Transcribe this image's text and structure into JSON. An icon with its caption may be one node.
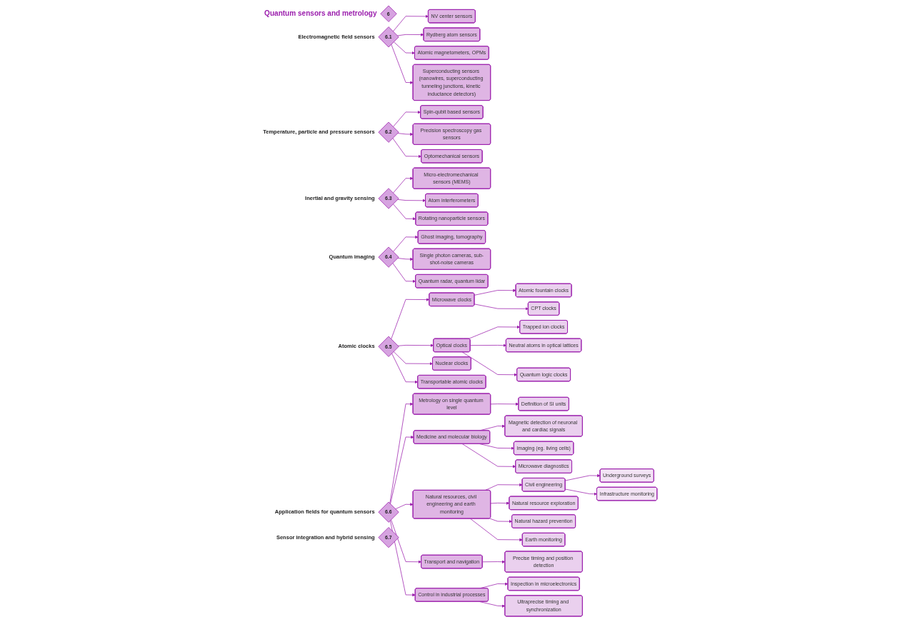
{
  "diagram": {
    "nodes": [
      {
        "text": [
          "6"
        ],
        "beside": [
          "Quantum sensors and metrology"
        ]
      },
      {
        "text": [
          "6.1"
        ],
        "beside": [
          "Electromagnetic field sensors"
        ]
      },
      {
        "text": [
          "NV center sensors"
        ]
      },
      {
        "text": [
          "Rydberg atom sensors"
        ]
      },
      {
        "text": [
          "Atomic magnetometers, OPMs"
        ]
      },
      {
        "text": [
          "Superconducting sensors (nanowires, superconducting tunneling junctions, kinetic inductance detectors)"
        ]
      },
      {
        "text": [
          "6.2"
        ],
        "beside": [
          "Temperature, particle and pressure sensors"
        ]
      },
      {
        "text": [
          "Spin-qubit based sensors"
        ]
      },
      {
        "text": [
          "Precision spectroscopy gas sensors"
        ]
      },
      {
        "text": [
          "Optomechanical sensors"
        ]
      },
      {
        "text": [
          "6.3"
        ],
        "beside": [
          "Inertial and gravity sensing"
        ]
      },
      {
        "text": [
          "Micro-electromechanical sensors (MEMS)"
        ]
      },
      {
        "text": [
          "Atom interferometers"
        ]
      },
      {
        "text": [
          "Rotating nanoparticle sensors"
        ]
      },
      {
        "text": [
          "6.4"
        ],
        "beside": [
          "Quantum imaging"
        ]
      },
      {
        "text": [
          "Ghost imaging, tomography"
        ]
      },
      {
        "text": [
          "Single photon cameras, sub-shot-noise cameras"
        ]
      },
      {
        "text": [
          "Quantum radar, quantum lidar"
        ]
      },
      {
        "text": [
          "6.5"
        ],
        "beside": [
          "Atomic clocks"
        ]
      },
      {
        "text": [
          "Microwave clocks"
        ]
      },
      {
        "text": [
          "Atomic fountain clocks"
        ]
      },
      {
        "text": [
          "CPT clocks"
        ]
      },
      {
        "text": [
          "Optical clocks"
        ]
      },
      {
        "text": [
          "Trapped ion clocks"
        ]
      },
      {
        "text": [
          "Neutral atoms in optical lattices"
        ]
      },
      {
        "text": [
          "Quantum logic clocks"
        ]
      },
      {
        "text": [
          "Nuclear clocks"
        ]
      },
      {
        "text": [
          "Transportable atomic clocks"
        ]
      },
      {
        "text": [
          "6.6"
        ],
        "beside": [
          "Application fields for quantum sensors"
        ]
      },
      {
        "text": [
          "Metrology on single quantum level"
        ]
      },
      {
        "text": [
          "Definition of SI units"
        ]
      },
      {
        "text": [
          "Medicine and molecular biology"
        ]
      },
      {
        "text": [
          "Magnetic detection of neuronal and cardiac signals"
        ]
      },
      {
        "text": [
          "Imaging (eg. living cells)"
        ]
      },
      {
        "text": [
          "Microwave diagnostics"
        ]
      },
      {
        "text": [
          "Natural resources, civil engineering and earth monitoring"
        ]
      },
      {
        "text": [
          "Civil engineering"
        ]
      },
      {
        "text": [
          "Underground surveys"
        ]
      },
      {
        "text": [
          "Infrastructure monitoring"
        ]
      },
      {
        "text": [
          "Natural resource exploration"
        ]
      },
      {
        "text": [
          "Natural hazard prevention"
        ]
      },
      {
        "text": [
          "Earth monitoring"
        ]
      },
      {
        "text": [
          "Transport and navigation"
        ]
      },
      {
        "text": [
          "Precise timing and position detection"
        ]
      },
      {
        "text": [
          "Control in industrial processes"
        ]
      },
      {
        "text": [
          "Inspection in microelectronics"
        ]
      },
      {
        "text": [
          "Ultraprecise timing and synchronization"
        ]
      },
      {
        "text": [
          "6.7"
        ],
        "beside": [
          "Sensor integration and hybrid sensing"
        ]
      }
    ],
    "edges": [
      {
        "from": 1,
        "to": 2,
        "arrow": "to"
      },
      {
        "from": 1,
        "to": 3,
        "arrow": "to"
      },
      {
        "from": 1,
        "to": 4,
        "arrow": "to"
      },
      {
        "from": 1,
        "to": 5,
        "arrow": "to"
      },
      {
        "from": 6,
        "to": 7,
        "arrow": "to"
      },
      {
        "from": 6,
        "to": 8,
        "arrow": "to"
      },
      {
        "from": 6,
        "to": 9,
        "arrow": "to"
      },
      {
        "from": 10,
        "to": 11,
        "arrow": "to"
      },
      {
        "from": 10,
        "to": 12,
        "arrow": "to"
      },
      {
        "from": 10,
        "to": 13,
        "arrow": "to"
      },
      {
        "from": 14,
        "to": 15,
        "arrow": "to"
      },
      {
        "from": 14,
        "to": 16,
        "arrow": "to"
      },
      {
        "from": 14,
        "to": 17,
        "arrow": "to"
      },
      {
        "from": 18,
        "to": 19,
        "arrow": "to"
      },
      {
        "from": 18,
        "to": 22,
        "arrow": "to"
      },
      {
        "from": 18,
        "to": 26,
        "arrow": "to"
      },
      {
        "from": 18,
        "to": 27,
        "arrow": "to"
      },
      {
        "from": 19,
        "to": 20,
        "arrow": "to"
      },
      {
        "from": 19,
        "to": 21,
        "arrow": "to"
      },
      {
        "from": 22,
        "to": 23,
        "arrow": "to"
      },
      {
        "from": 22,
        "to": 24,
        "arrow": "to"
      },
      {
        "from": 22,
        "to": 25,
        "arrow": "to"
      },
      {
        "from": 28,
        "to": 29,
        "arrow": "to"
      },
      {
        "from": 28,
        "to": 31,
        "arrow": "to"
      },
      {
        "from": 28,
        "to": 35,
        "arrow": "to"
      },
      {
        "from": 28,
        "to": 42,
        "arrow": "to"
      },
      {
        "from": 28,
        "to": 44,
        "arrow": "to"
      },
      {
        "from": 29,
        "to": 30,
        "arrow": "to"
      },
      {
        "from": 31,
        "to": 32,
        "arrow": "to"
      },
      {
        "from": 31,
        "to": 33,
        "arrow": "to"
      },
      {
        "from": 31,
        "to": 34,
        "arrow": "to"
      },
      {
        "from": 35,
        "to": 36,
        "arrow": "to"
      },
      {
        "from": 35,
        "to": 39,
        "arrow": "to"
      },
      {
        "from": 35,
        "to": 40,
        "arrow": "to"
      },
      {
        "from": 35,
        "to": 41,
        "arrow": "to"
      },
      {
        "from": 36,
        "to": 37,
        "arrow": "to"
      },
      {
        "from": 36,
        "to": 38,
        "arrow": "to"
      },
      {
        "from": 42,
        "to": 43,
        "arrow": "to"
      },
      {
        "from": 44,
        "to": 45,
        "arrow": "to"
      },
      {
        "from": 44,
        "to": 46,
        "arrow": "to"
      }
    ]
  }
}
